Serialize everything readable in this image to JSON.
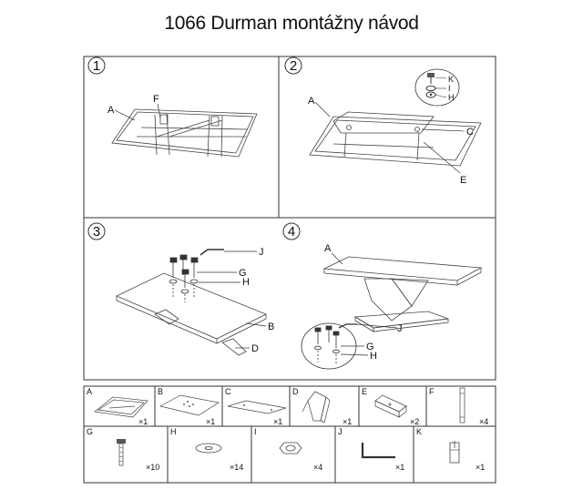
{
  "title": "1066 Durman montážny návod",
  "steps": [
    {
      "number": "1",
      "labels": [
        "A",
        "F"
      ]
    },
    {
      "number": "2",
      "labels": [
        "A",
        "C",
        "E",
        "K",
        "I",
        "H"
      ]
    },
    {
      "number": "3",
      "labels": [
        "J",
        "G",
        "H",
        "B",
        "D"
      ]
    },
    {
      "number": "4",
      "labels": [
        "A",
        "J",
        "G",
        "H"
      ]
    }
  ],
  "parts": [
    {
      "letter": "A",
      "qty": "×1"
    },
    {
      "letter": "B",
      "qty": "×1"
    },
    {
      "letter": "C",
      "qty": "×1"
    },
    {
      "letter": "D",
      "qty": "×1"
    },
    {
      "letter": "E",
      "qty": "×2"
    },
    {
      "letter": "F",
      "qty": "×4"
    },
    {
      "letter": "G",
      "qty": "×10"
    },
    {
      "letter": "H",
      "qty": "×14"
    },
    {
      "letter": "I",
      "qty": "×4"
    },
    {
      "letter": "J",
      "qty": "×1"
    },
    {
      "letter": "K",
      "qty": "×1"
    }
  ]
}
